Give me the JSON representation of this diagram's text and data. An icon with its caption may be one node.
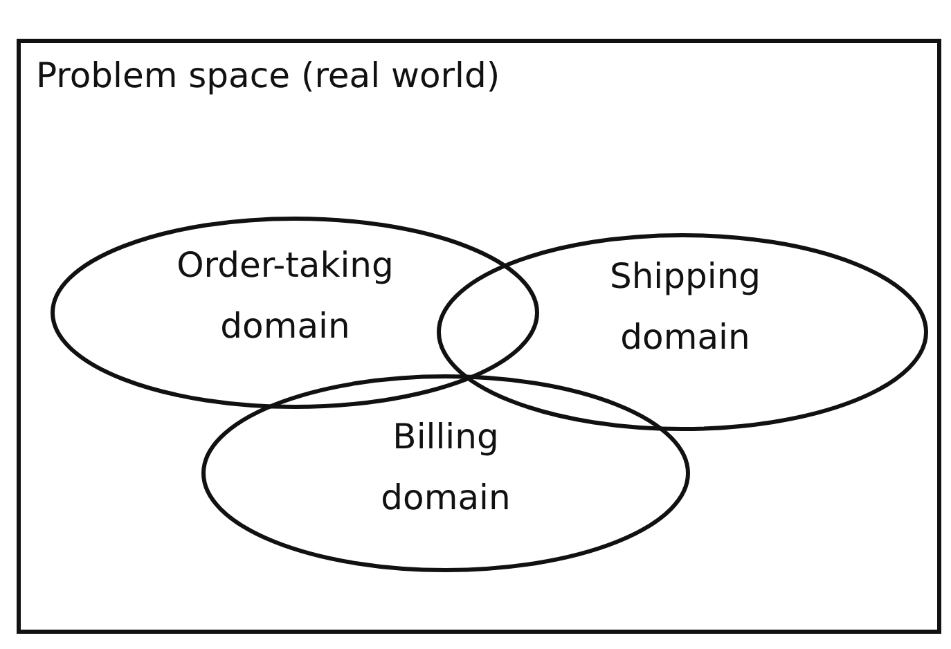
{
  "diagram": {
    "nodes": [
      {
        "text": [
          "Problem space (real world)"
        ]
      },
      {
        "text": [
          "Order-taking domain"
        ],
        "in": 0
      },
      {
        "text": [
          "Shipping domain"
        ],
        "in": 0
      },
      {
        "text": [
          "Billing domain"
        ],
        "in": 0
      }
    ]
  }
}
